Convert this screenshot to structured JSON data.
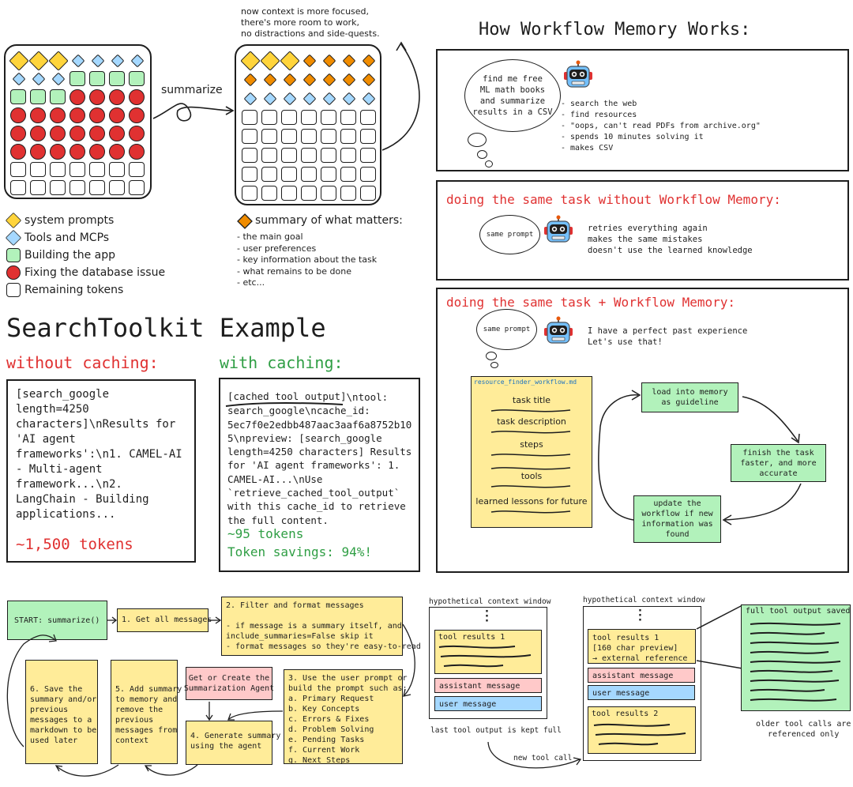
{
  "title": "How Workflow Memory Works:",
  "top_left": {
    "summarize_label": "summarize",
    "note": "now context is more focused,\nthere's more room to work,\nno distractions and side-quests.",
    "legend": [
      {
        "label": "system prompts",
        "color": "#ffd43b",
        "shape": "diamond"
      },
      {
        "label": "Tools and MCPs",
        "color": "#a5d8ff",
        "shape": "diamond"
      },
      {
        "label": "Building the app",
        "color": "#b2f2bb",
        "shape": "square"
      },
      {
        "label": "Fixing the database issue",
        "color": "#e03131",
        "shape": "circle"
      },
      {
        "label": "Remaining tokens",
        "color": "#ffffff",
        "shape": "square"
      }
    ],
    "summary_title": "summary of what matters:",
    "summary_color": "#f08c00",
    "summary_items": [
      "- the main goal",
      "- user preferences",
      "- key information about the task",
      "- what remains to be done",
      "- etc..."
    ]
  },
  "workflow": {
    "panel1_prompt": "find me free\nML math books\nand summarize\nresults in a CSV",
    "panel1_steps": [
      "- search the web",
      "- find resources",
      "- \"oops, can't read PDFs from archive.org\"",
      "- spends 10 minutes solving it",
      "- makes CSV"
    ],
    "panel2_title": "doing the same task without Workflow Memory:",
    "panel2_prompt": "same prompt",
    "panel2_lines": [
      "retries everything again",
      "makes the same mistakes",
      "doesn't use the learned knowledge"
    ],
    "panel3_title": "doing the same task + Workflow Memory:",
    "panel3_prompt": "same prompt",
    "panel3_lines": [
      "I have a perfect past experience",
      "Let's use that!"
    ],
    "file_name": "resource_finder_workflow.md",
    "file_items": [
      "task title",
      "task description",
      "steps",
      "tools",
      "learned lessons for future"
    ],
    "cycle": [
      "load into memory\nas guideline",
      "finish the task\nfaster, and more\naccurate",
      "update the\nworkflow if new\ninformation was\nfound"
    ]
  },
  "search": {
    "title": "SearchToolkit Example",
    "without_label": "without caching:",
    "with_label": "with caching:",
    "without_code": "[search_google\nlength=4250\ncharacters]\\nResults for\n'AI agent\nframeworks':\\n1. CAMEL-AI\n- Multi-agent\nframework...\\n2.\nLangChain - Building\napplications...",
    "without_tokens": "~1,500 tokens",
    "with_code_head": "[cached tool output]",
    "with_code": "\\ntool:\nsearch_google\\ncache_id:\n5ec7f0e2edbb487aac3aaf6a8752b10\n5\\npreview: [search_google\nlength=4250 characters] Results\nfor 'AI agent frameworks': 1.\nCAMEL-AI...\\nUse\n`retrieve_cached_tool_output`\nwith this cache_id to retrieve\nthe full content.",
    "with_tokens": "~95 tokens",
    "savings": "Token savings: 94%!"
  },
  "flow": {
    "start": "START: summarize()",
    "step1": "1. Get all messages",
    "step2": "2. Filter and format messages\n\n- if message is a summary itself, and\ninclude_summaries=False skip it\n- format messages so they're easy-to-read",
    "step3": "3. Use the user prompt or\nbuild the prompt such as:\na. Primary Request\nb. Key Concepts\nc. Errors & Fixes\nd. Problem Solving\ne. Pending Tasks\nf. Current Work\ng. Next Steps",
    "agent": "Get or Create the\nSummarization Agent",
    "step4": "4. Generate summary\nusing the agent",
    "step5": "5. Add summary\nto memory and\nremove the\nprevious\nmessages from\ncontext",
    "step6": "6. Save the\nsummary and/or\nprevious\nmessages to a\nmarkdown to be\nused later"
  },
  "context": {
    "left_title": "hypothetical context window",
    "right_title": "hypothetical context window",
    "tool1": "tool results 1",
    "assistant": "assistant message",
    "user": "user message",
    "left_caption": "last tool output is kept full",
    "new_call": "new tool call",
    "tool1_right": "tool results 1\n[160 char preview]\n→ external reference",
    "tool2": "tool results 2",
    "saved": "full tool output saved",
    "older": "older tool calls are\nreferenced only"
  }
}
